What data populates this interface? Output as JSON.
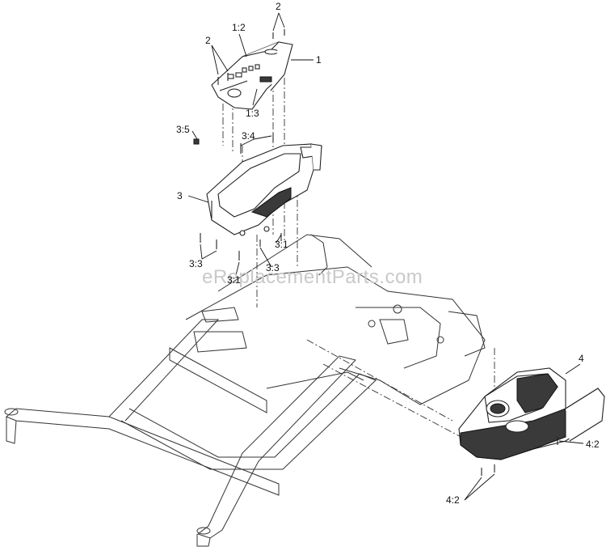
{
  "watermark": "eReplacementParts.com",
  "callouts": {
    "c1": "1",
    "c1_2": "1:2",
    "c1_3": "1:3",
    "c2_top": "2",
    "c2_left": "2",
    "c3": "3",
    "c3_5": "3:5",
    "c3_4": "3:4",
    "c3_1_right": "3:1",
    "c3_3_left": "3:3",
    "c3_3_right": "3:3",
    "c3_1_bottom": "3:1",
    "c4": "4",
    "c4_2_right": "4:2",
    "c4_2_bottom": "4:2"
  },
  "colors": {
    "line": "#222222",
    "panel_dark": "#3a3a3a",
    "watermark": "#c9c9c9"
  }
}
